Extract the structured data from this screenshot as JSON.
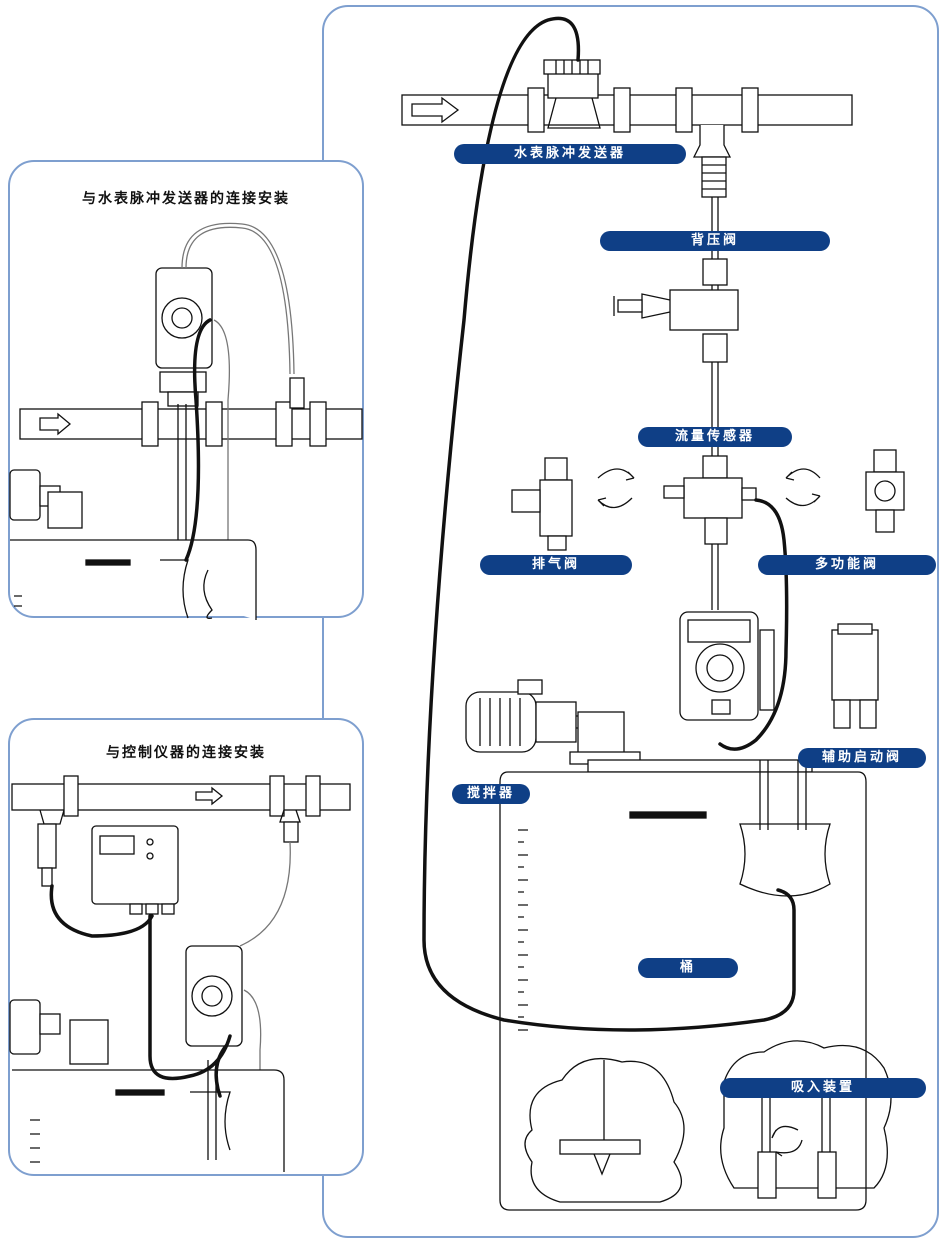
{
  "panels": {
    "water_meter": {
      "title": "与水表脉冲发送器的连接安装"
    },
    "controller": {
      "title": "与控制仪器的连接安装"
    }
  },
  "labels": {
    "pulse_sender": "水表脉冲发送器",
    "back_pressure_valve": "背压阀",
    "flow_sensor": "流量传感器",
    "vent_valve": "排气阀",
    "multi_function_valve": "多功能阀",
    "aux_start_valve": "辅助启动阀",
    "mixer": "搅拌器",
    "tank": "桶",
    "suction_device": "吸入装置"
  },
  "colors": {
    "panel_border": "#7e9fcf",
    "label_bg": "#0f3f86",
    "line": "#111111"
  }
}
